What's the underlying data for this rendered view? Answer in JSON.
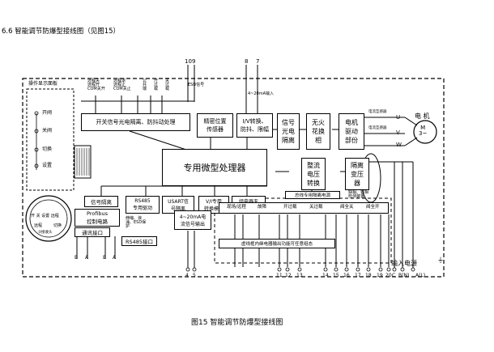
{
  "header": {
    "section_title": "6.6 智能调节防爆型接线图（见图15）"
  },
  "panel": {
    "title": "操作显示面板",
    "buttons": [
      "开阀",
      "关阀",
      "切换",
      "设置"
    ]
  },
  "top_signals": {
    "remote_open": "远程关\n远程开\nCOM关开",
    "remote_stop": "远程退\n远程止\nCOM关止",
    "pub": "公\n共\n端",
    "open_over": "开\n过\n载",
    "close_over": "关\n过\n载",
    "esd": "ESD信号",
    "io_input": "4~20mA输入"
  },
  "terminals_top": [
    "10",
    "9",
    "8",
    "7"
  ],
  "terminals_bottom": [
    "4",
    "5",
    "11",
    "12",
    "13",
    "14",
    "15",
    "16",
    "17",
    "18",
    "19",
    "20",
    "C",
    "B(N)",
    "A(L)"
  ],
  "blocks": {
    "switch_proc": "开关信号光电隔离、防抖动处理",
    "pos_sensor": "精密位置\n传感器",
    "iv_convert": "I/V转换、\n防抖、限幅",
    "signal_iso": "信号\n光电\n隔离",
    "spark": "无火\n花换\n相",
    "motor_drv": "电机\n驱动\n部份",
    "mcu": "专用微型处理器",
    "rectifier": "整流\n电压\n转换",
    "iso_trans": "隔离\n变压\n器",
    "sig_iso": "信号隔离",
    "rs485_drv": "RS485\n专用驱动",
    "usart": "USART信\n号隔离",
    "vi_convert": "V/I专用\n转换模块",
    "relay_pass": "组电器无\n源输出",
    "profibus": "Profibus\n控制电路",
    "comm_port": "通讯接口",
    "surge": "伸缩、浪\n涌、ESD保\n护",
    "rs485_port": "RS485接口",
    "ma_output": "4~20mA电\n流信号输出",
    "bus_power": "总线专用隔离电源",
    "brake": "缺相、错相\n检测装置",
    "relay_status": "虚线框内继电器输出功能可任意组态"
  },
  "relay_labels": [
    "现场/远程",
    "故障",
    "开过载",
    "关过载",
    "阀全关",
    "阀全开"
  ],
  "motor": {
    "label": "电 机",
    "symbol": "M\n3~",
    "phases": [
      "U",
      "V",
      "W"
    ],
    "ct1": "电流互感器",
    "ct2": "电流互感器"
  },
  "knob": {
    "labels": [
      "开",
      "关",
      "设置",
      "远程",
      "切换",
      "远程",
      "④",
      "③",
      "②接收头"
    ],
    "status": "开 关 设置 远程"
  },
  "port_letters": [
    "B",
    "A",
    "B",
    "A"
  ],
  "power_input": "输入电源",
  "ground": "⏚",
  "caption": "图15  智能调节防爆型接线图"
}
